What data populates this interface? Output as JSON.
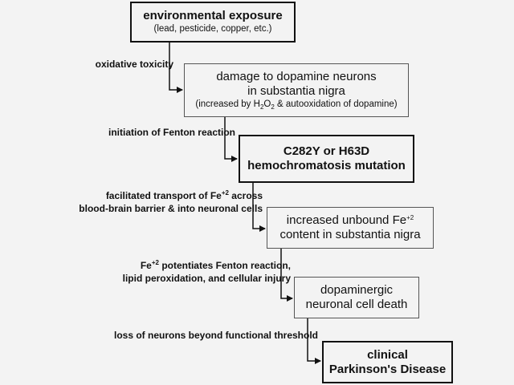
{
  "diagram": {
    "type": "flowchart",
    "background_color": "#f3f3f3",
    "nodes": [
      {
        "id": "environmental-exposure",
        "emphasis": "bold",
        "lines": [
          "environmental exposure"
        ],
        "subtext": "(lead, pesticide, copper, etc.)"
      },
      {
        "id": "dopamine-neuron-damage",
        "emphasis": "normal",
        "lines": [
          "damage to dopamine neurons",
          "in substantia nigra"
        ],
        "subtext": {
          "prefix": "(increased by H",
          "sub1": "2",
          "mid": "O",
          "sub2": "2",
          "suffix": " & autooxidation of dopamine)"
        }
      },
      {
        "id": "hemochromatosis-mutation",
        "emphasis": "bold",
        "lines": [
          "C282Y or H63D",
          "hemochromatosis mutation"
        ]
      },
      {
        "id": "unbound-iron",
        "emphasis": "normal",
        "lines_rich": {
          "line1_prefix": "increased unbound Fe",
          "line1_sup": "+2",
          "line2": "content in substantia nigra"
        }
      },
      {
        "id": "neuronal-cell-death",
        "emphasis": "normal",
        "lines": [
          "dopaminergic",
          "neuronal cell death"
        ]
      },
      {
        "id": "parkinsons-disease",
        "emphasis": "bold",
        "lines": [
          "clinical",
          "Parkinson's Disease"
        ]
      }
    ],
    "edges": [
      {
        "from": "environmental-exposure",
        "to": "dopamine-neuron-damage",
        "label": "oxidative toxicity"
      },
      {
        "from": "dopamine-neuron-damage",
        "to": "hemochromatosis-mutation",
        "label": "initiation of Fenton reaction"
      },
      {
        "from": "hemochromatosis-mutation",
        "to": "unbound-iron",
        "label_rich": {
          "line1_prefix": "facilitated transport of Fe",
          "line1_sup": "+2",
          "line1_suffix": " across",
          "line2": "blood-brain barrier & into neuronal cells"
        }
      },
      {
        "from": "unbound-iron",
        "to": "neuronal-cell-death",
        "label_rich": {
          "line1_prefix": "Fe",
          "line1_sup": "+2",
          "line1_suffix": " potentiates Fenton reaction,",
          "line2": "lipid peroxidation, and cellular injury"
        }
      },
      {
        "from": "neuronal-cell-death",
        "to": "parkinsons-disease",
        "label": "loss of neurons beyond functional threshold"
      }
    ]
  }
}
